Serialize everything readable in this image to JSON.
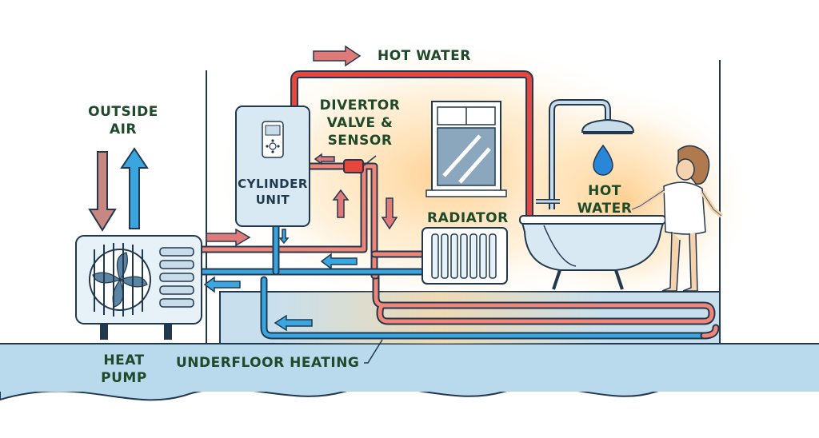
{
  "labels": {
    "outside_air": [
      "OUTSIDE",
      "AIR"
    ],
    "hot_water_top": "HOT WATER",
    "divertor": [
      "DIVERTOR",
      "VALVE &",
      "SENSOR"
    ],
    "cylinder": [
      "CYLINDER",
      "UNIT"
    ],
    "radiator": "RADIATOR",
    "hot_water_bath": [
      "HOT",
      "WATER"
    ],
    "heat_pump": [
      "HEAT",
      "PUMP"
    ],
    "underfloor": "UNDERFLOOR HEATING"
  },
  "colors": {
    "hot_pipe": "#f08578",
    "hot_pipe_main": "#e8453c",
    "cold_pipe": "#3aa6e0",
    "outline": "#22384f",
    "floor": "#b9d9ec",
    "label": "#1f4a2a",
    "arrow_hot": "#e07a78",
    "arrow_cold": "#3aa6e0",
    "arrow_out": "#c98782",
    "glow": "#ffcf8a",
    "water_drop": "#2a86d6"
  },
  "icons": [
    "heat-pump-fan-icon",
    "water-drop-icon",
    "shower-head-icon",
    "window-icon",
    "bathtub-icon",
    "person-icon",
    "remote-control-icon"
  ]
}
